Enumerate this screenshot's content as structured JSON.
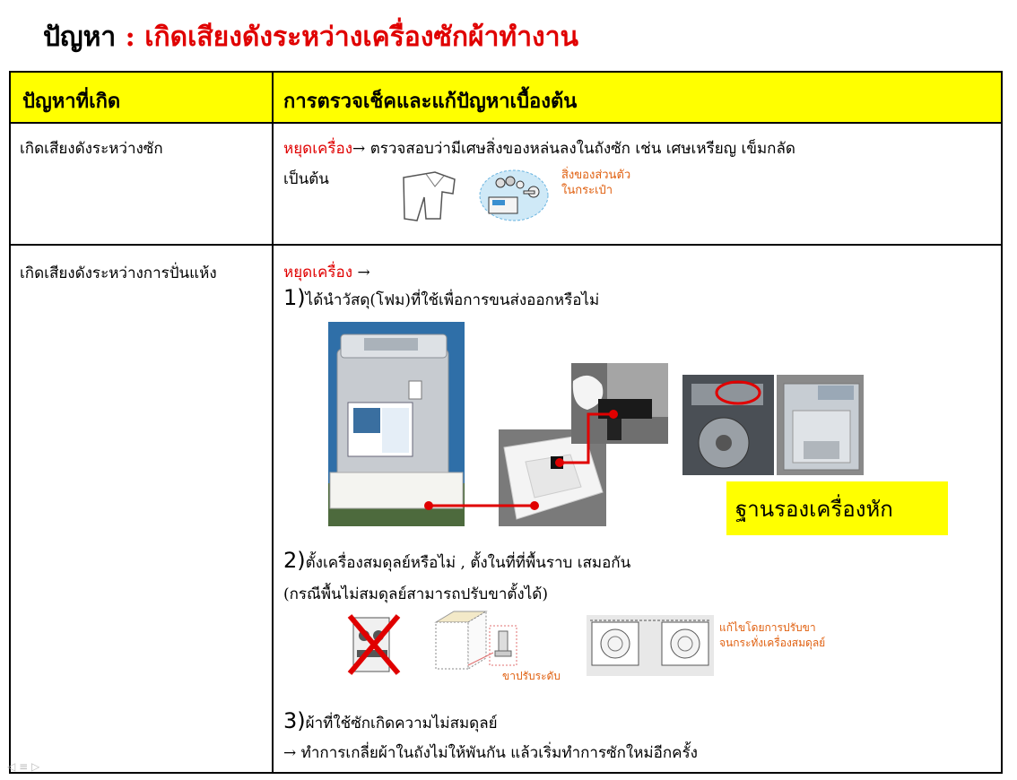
{
  "title": {
    "prefix": "ปัญหา",
    "colon": " : ",
    "problem": "เกิดเสียงดังระหว่างเครื่องซักผ้าทำงาน"
  },
  "table": {
    "header": {
      "col1": "ปัญหาที่เกิด",
      "col2": "การตรวจเช็คและแก้ปัญหาเบื้องต้น"
    },
    "row1": {
      "problem": "เกิดเสียงดังระหว่างซัก",
      "stop": "หยุดเครื่อง",
      "arrow": "→",
      "check": "ตรวจสอบว่ามีเศษสิ่งของหล่นลงในถังซัก เช่น เศษเหรียญ เข็มกลัด",
      "check2": "เป็นต้น",
      "note_line1": "สิ่งของส่วนตัว",
      "note_line2": "ในกระเป๋า"
    },
    "row2": {
      "problem": "เกิดเสียงดังระหว่างการปั่นแห้ง",
      "stop": "หยุดเครื่อง",
      "arrow": "→",
      "step1_num": "1)",
      "step1": "ได้นำวัสดุ(โฟม)ที่ใช้เพื่อการขนส่งออกหรือไม่",
      "base_label": "ฐานรองเครื่องหัก",
      "step2_num": "2)",
      "step2": "ตั้งเครื่องสมดุลย์หรือไม่ , ตั้งในที่ที่พื้นราบ เสมอกัน",
      "step2_sub": "(กรณีพื้นไม่สมดุลย์สามารถปรับขาตั้งได้)",
      "leg_label": "ขาปรับระดับ",
      "fix_line1": "แก้ไขโดยการปรับขา",
      "fix_line2": "จนกระทั่งเครื่องสมดุลย์",
      "step3_num": "3)",
      "step3": "ผ้าที่ใช้ซักเกิดความไม่สมดุลย์",
      "step3_arrow": "→",
      "step3_sub": "ทำการเกลี่ยผ้าในถังไม่ให้พันกัน แล้วเริ่มทำการซักใหม่อีกครั้ง"
    }
  },
  "colors": {
    "header_bg": "#ffff00",
    "accent_red": "#e00000",
    "note_orange": "#e06010"
  },
  "icons": [
    "clothes-icon",
    "coins-keys-icon",
    "washer-photo",
    "foam-base-photo",
    "no-sign-icon",
    "leveling-leg-icon",
    "balanced-washer-icon"
  ],
  "footer_icons": [
    "prev-icon",
    "menu-icon",
    "next-icon"
  ]
}
